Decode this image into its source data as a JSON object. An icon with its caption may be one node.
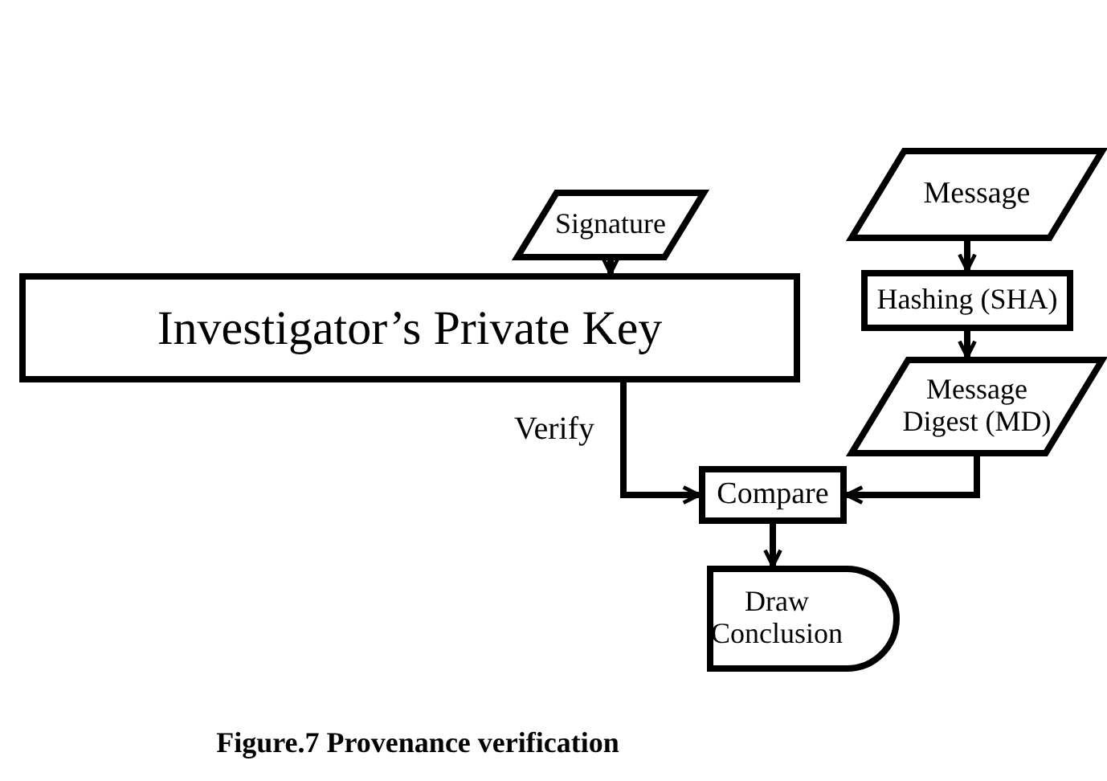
{
  "diagram": {
    "caption": "Figure.7 Provenance verification",
    "nodes": [
      {
        "text": [
          "Signature"
        ]
      },
      {
        "text": [
          "Investigator’s Private Key"
        ]
      },
      {
        "text": [
          "Message"
        ]
      },
      {
        "text": [
          "Hashing (SHA)"
        ]
      },
      {
        "text": [
          "Message Digest (MD)"
        ]
      },
      {
        "text": [
          "Compare"
        ]
      },
      {
        "text": [
          "Draw Conclusion"
        ]
      }
    ],
    "edges": [
      {
        "from": 0,
        "to": 1,
        "arrow": "to"
      },
      {
        "from": 1,
        "to": 5,
        "arrow": "to",
        "label": "Verify"
      },
      {
        "from": 2,
        "to": 3,
        "arrow": "to"
      },
      {
        "from": 3,
        "to": 4,
        "arrow": "to"
      },
      {
        "from": 4,
        "to": 5,
        "arrow": "to"
      },
      {
        "from": 5,
        "to": 6,
        "arrow": "to"
      }
    ]
  }
}
